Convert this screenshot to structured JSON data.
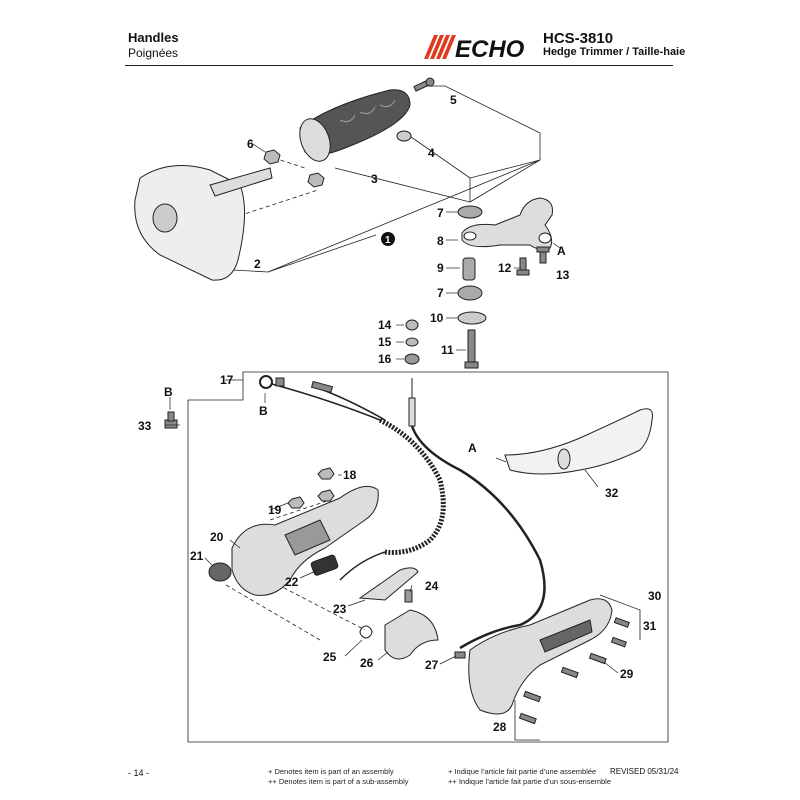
{
  "header": {
    "title": "Handles",
    "subtitle": "Poignées",
    "brand": "ECHO",
    "model": "HCS-3810",
    "model_desc": "Hedge Trimmer / Taille-haie"
  },
  "callouts": {
    "c1": "1",
    "c2": "2",
    "c3": "3",
    "c4": "4",
    "c5": "5",
    "c6": "6",
    "c7a": "7",
    "c7b": "7",
    "c8": "8",
    "c9": "9",
    "c10": "10",
    "c11": "11",
    "c12": "12",
    "c13": "13",
    "c14": "14",
    "c15": "15",
    "c16": "16",
    "c17": "17",
    "c18": "18",
    "c19": "19",
    "c20": "20",
    "c21": "21",
    "c22": "22",
    "c23": "23",
    "c24": "24",
    "c25": "25",
    "c26": "26",
    "c27": "27",
    "c28": "28",
    "c29": "29",
    "c30": "30",
    "c31": "31",
    "c32": "32",
    "c33": "33",
    "refA1": "A",
    "refA2": "A",
    "refB1": "B",
    "refB2": "B"
  },
  "footer": {
    "page": "- 14 -",
    "note1_en": "+ Denotes item is part of an assembly",
    "note2_en": "++ Denotes item is part of a sub-assembly",
    "note1_fr": "+ Indique l’article fait partie d’une assemblée",
    "note2_fr": "++ Indique l’article fait partie d’un sous-ensemble",
    "revised": "REVISED 05/31/24"
  },
  "colors": {
    "brand_red": "#e03a1e",
    "ink": "#111111"
  }
}
